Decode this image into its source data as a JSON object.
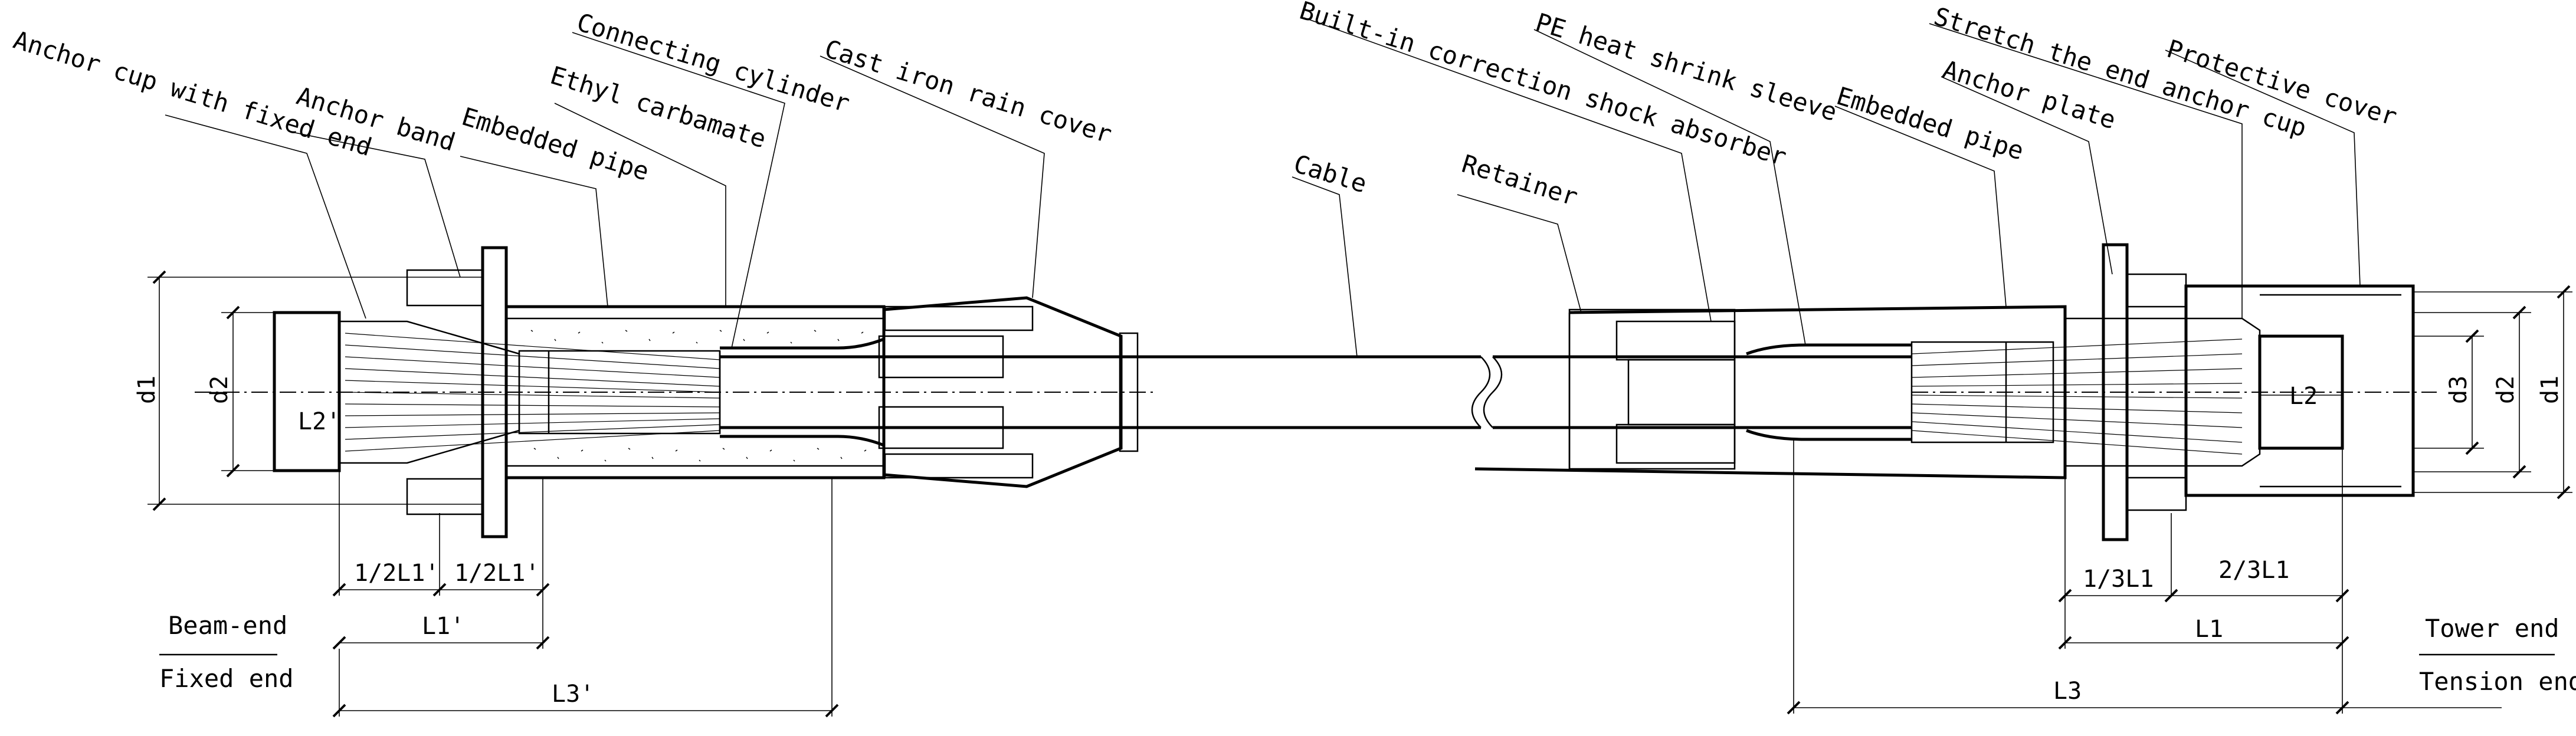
{
  "labels": {
    "anchor_cup_fixed_end": "Anchor cup with fixed end",
    "anchor_band": "Anchor band",
    "embedded_pipe_left": "Embedded pipe",
    "connecting_cylinder": "Connecting cylinder",
    "ethyl_carbamate": "Ethyl carbamate",
    "cast_iron_rain_cover": "Cast iron rain cover",
    "cable": "Cable",
    "built_in_shock_absorber": "Built-in correction shock absorber",
    "retainer": "Retainer",
    "pe_heat_shrink_sleeve": "PE heat shrink sleeve",
    "embedded_pipe_right": "Embedded pipe",
    "anchor_plate": "Anchor plate",
    "stretch_end_anchor_cup": "Stretch the end anchor cup",
    "protective_cover": "Protective cover"
  },
  "dimensions": {
    "left_d1": "d1",
    "left_d2": "d2",
    "left_L2p": "L2'",
    "half_L1p_a": "1/2L1'",
    "half_L1p_b": "1/2L1'",
    "L1p": "L1'",
    "L3p": "L3'",
    "right_d3": "d3",
    "right_d2": "d2",
    "right_d1": "d1",
    "right_L2": "L2",
    "third_L1": "1/3L1",
    "two_third_L1": "2/3L1",
    "L1": "L1",
    "L3": "L3"
  },
  "ends": {
    "left_top": "Beam-end",
    "left_bottom": "Fixed end",
    "right_top": "Tower end",
    "right_bottom": "Tension end"
  }
}
